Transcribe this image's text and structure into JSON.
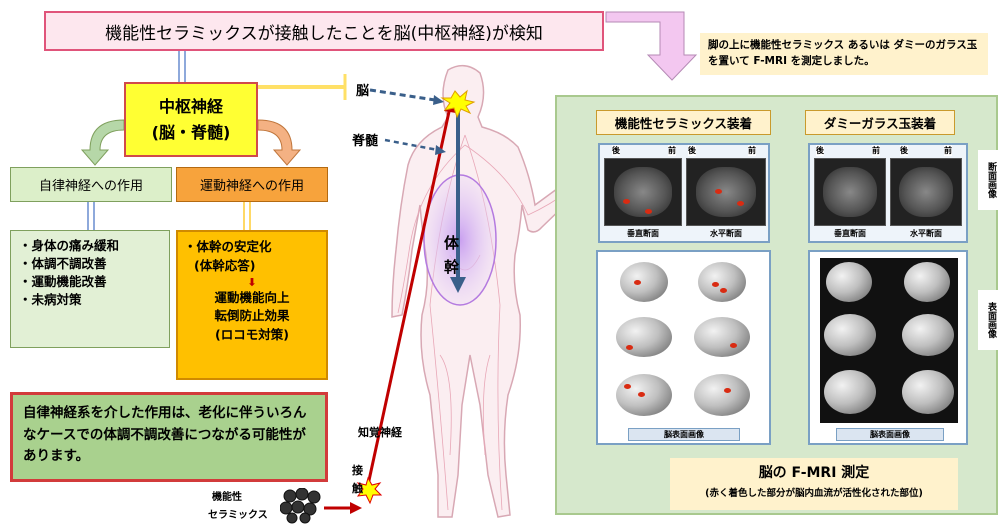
{
  "title": "機能性セラミックスが接触したことを脳(中枢神経)が検知",
  "cns": {
    "line1": "中枢神経",
    "line2": "(脳・脊髄)"
  },
  "autonomic": {
    "heading": "自律神経への作用",
    "items": [
      "・身体の痛み緩和",
      "・体調不調改善",
      "・運動機能改善",
      "・未病対策"
    ]
  },
  "motor": {
    "heading": "運動神経への作用",
    "line1": "・体幹の安定化",
    "line2": "(体幹応答)",
    "arrow": "⬇",
    "line3": "運動機能向上",
    "line4": "転倒防止効果",
    "line5": "(ロコモ対策)"
  },
  "note": "自律神経系を介した作用は、老化に伴ういろんなケースでの体調不調改善につながる可能性があります。",
  "body": {
    "brain": "脳",
    "spine": "脊髄",
    "trunk1": "体",
    "trunk2": "幹",
    "sensory": "知覚神経",
    "contact1": "接",
    "contact2": "触",
    "ceramic1": "機能性",
    "ceramic2": "セラミックス"
  },
  "info": "脚の上に機能性セラミックス あるいは ダミーのガラス玉を置いて F-MRI を測定しました。",
  "panel": {
    "left_label": "機能性セラミックス装着",
    "right_label": "ダミーガラス玉装着",
    "back": "後",
    "front": "前",
    "sagittal": "垂直断面",
    "horizontal": "水平断面",
    "surface": "脳表面画像",
    "side_section": "断面画像",
    "side_surface": "表面画像"
  },
  "fmri": {
    "title": "脳の F-MRI 測定",
    "subtitle": "(赤く着色した部分が脳内血流が活性化された部位)"
  },
  "colors": {
    "title_border": "#e0547a",
    "cns_fill": "#ffff33",
    "autonomic_fill": "#dcefc9",
    "motor_fill": "#ffc000",
    "panel_fill": "#d6e8cc",
    "arrow_red": "#c00000"
  }
}
